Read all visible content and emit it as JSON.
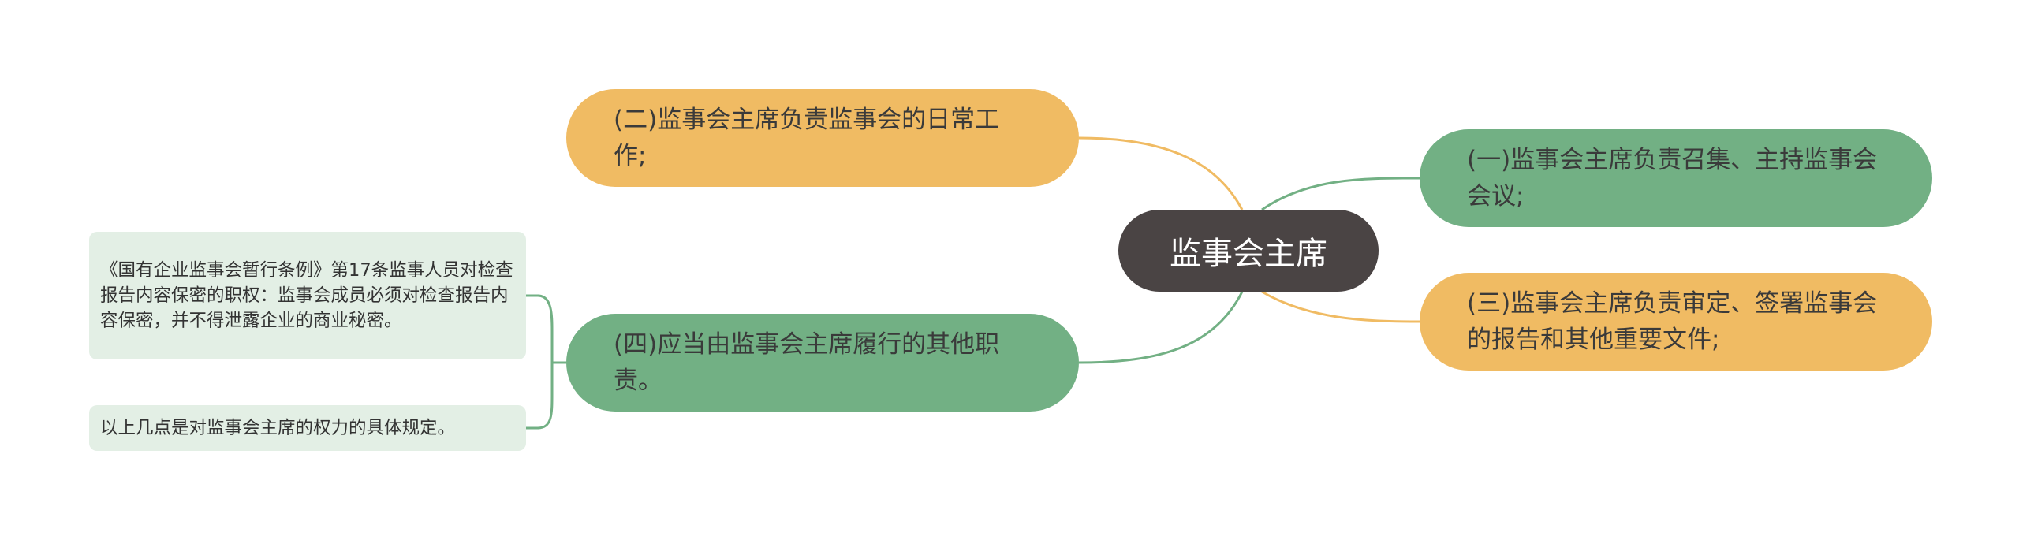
{
  "center": {
    "label": "监事会主席"
  },
  "branches": {
    "b1": {
      "label": "(一)监事会主席负责召集、主持监事会会议;"
    },
    "b2": {
      "label": "(二)监事会主席负责监事会的日常工作;"
    },
    "b3": {
      "label": "(三)监事会主席负责审定、签署监事会的报告和其他重要文件;"
    },
    "b4": {
      "label": "(四)应当由监事会主席履行的其他职责。"
    }
  },
  "leaves": {
    "l1": {
      "label": "《国有企业监事会暂行条例》第17条监事人员对检查报告内容保密的职权：监事会成员必须对检查报告内容保密，并不得泄露企业的商业秘密。"
    },
    "l2": {
      "label": "以上几点是对监事会主席的权力的具体规定。"
    }
  },
  "colors": {
    "center": "#4a4444",
    "orange": "#f0bb63",
    "green": "#72b084",
    "leaf": "#e3efe5"
  }
}
